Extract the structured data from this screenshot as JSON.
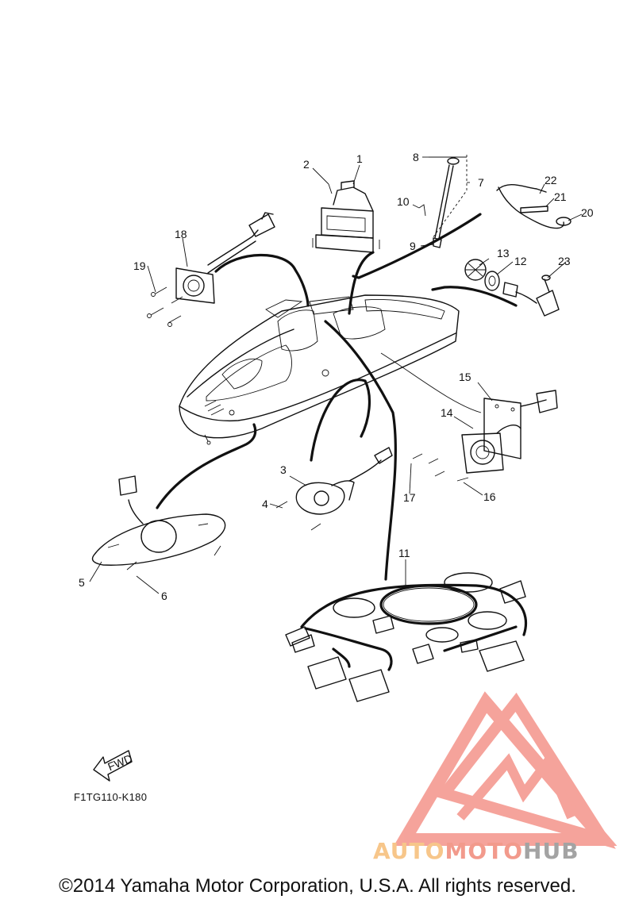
{
  "diagram_code": "F1TG110-K180",
  "fwd_label": "FWD",
  "copyright": "©2014 Yamaha Motor Corporation, U.S.A. All rights reserved.",
  "watermark": {
    "part1": "AUTO",
    "part2": "MOTO",
    "part3": "HUB",
    "color1": "#f7c68a",
    "color2": "#f29a8c",
    "color3": "#a3a3a3",
    "logo_color": "#f4948a"
  },
  "callouts": [
    "1",
    "2",
    "3",
    "4",
    "5",
    "6",
    "7",
    "8",
    "9",
    "10",
    "11",
    "12",
    "13",
    "14",
    "15",
    "16",
    "17",
    "18",
    "19",
    "20",
    "21",
    "22",
    "23"
  ]
}
